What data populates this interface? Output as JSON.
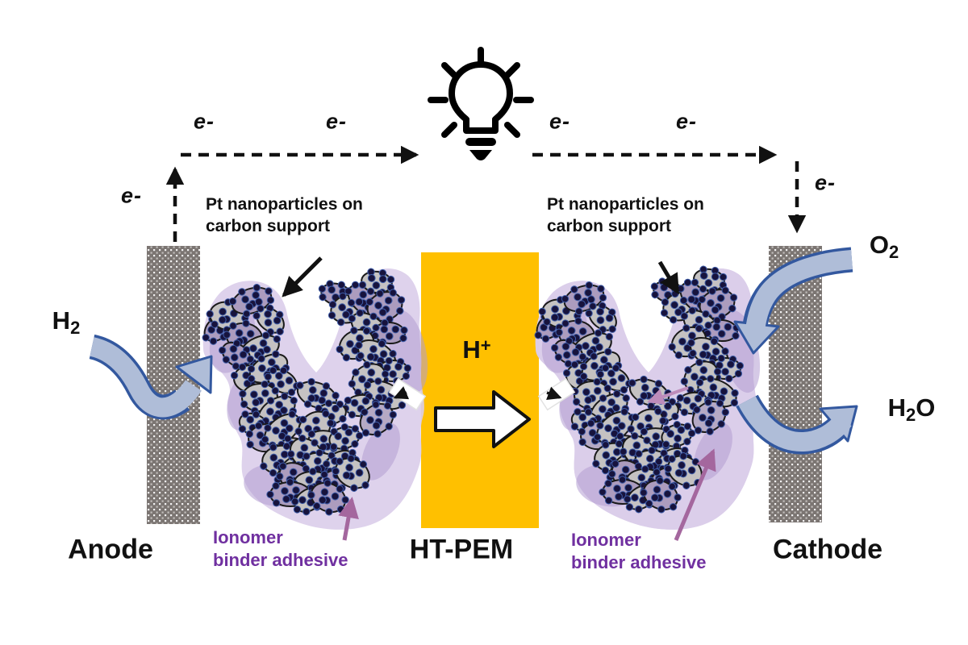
{
  "figure": {
    "electron_symbol": "e-",
    "anode_label": "Anode",
    "cathode_label": "Cathode",
    "membrane_label": "HT-PEM",
    "proton": {
      "symbol": "H",
      "charge": "+"
    },
    "hydrogen": {
      "symbol": "H",
      "subscript": "2"
    },
    "oxygen": {
      "symbol": "O",
      "subscript": "2"
    },
    "water": {
      "prefix": "H",
      "subscript": "2",
      "suffix": "O"
    },
    "pt_caption": {
      "line1": "Pt nanoparticles on",
      "line2": "carbon support"
    },
    "ionomer_caption": {
      "line1": "Ionomer",
      "line2": "binder adhesive"
    }
  },
  "colors": {
    "membrane": "#FFC000",
    "ionomer_blob": "#DACDEA",
    "ionomer_blob_dark": "#B49ED2",
    "ionomer_text": "#7030A0",
    "flow_arrow_fill": "#AFBDD8",
    "flow_arrow_stroke": "#33589F",
    "electrode_gray": "#7B7572",
    "particle_gray": "#C5C2C2",
    "particle_tinted": "#AC9CBE",
    "pt_dot_navy": "#17133D",
    "pointer_purple": "#A4679E",
    "pointer_pink": "#BD8CBB",
    "line_black": "#111111"
  }
}
